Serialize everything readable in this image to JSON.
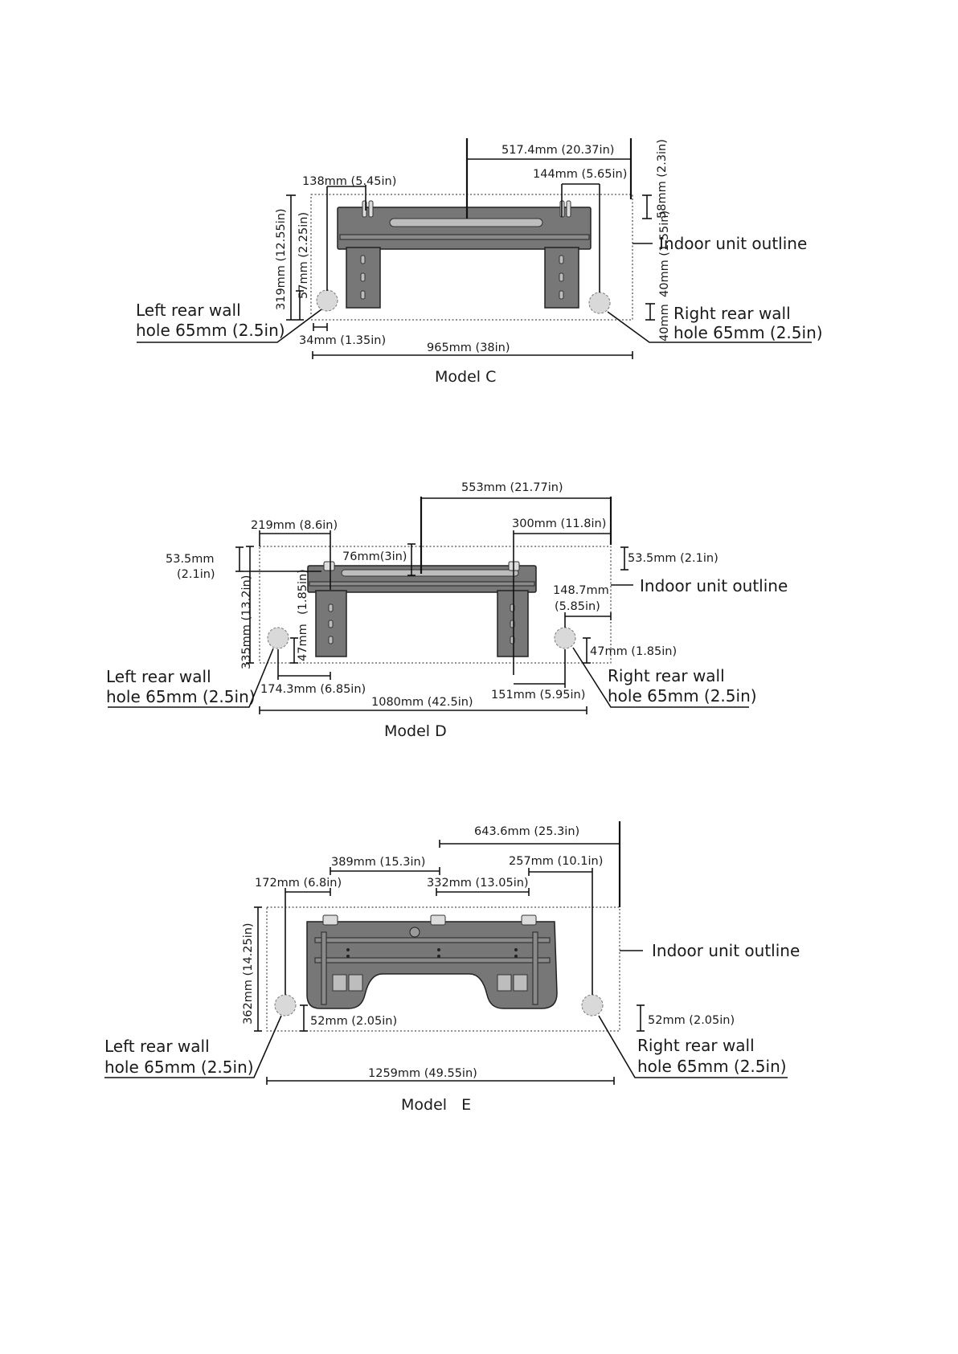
{
  "models": [
    {
      "caption": "Model C",
      "outline_label": "Indoor unit outline",
      "left_hole": [
        "Left rear wall",
        "hole 65mm  (2.5in)"
      ],
      "right_hole": [
        "Right rear wall",
        "hole 65mm (2.5in)"
      ],
      "dims": {
        "center": "517.4mm (20.37in)",
        "left_top": "138mm (5.45in)",
        "right_top": "144mm (5.65in)",
        "right_vert_top": "58mm (2.3in)",
        "height": "319mm (12.55in)",
        "left_vert": "57mm (2.25in)",
        "right_vert_mid": "40mm (1.55in)",
        "bottom_left": "34mm (1.35in)",
        "width": "965mm (38in)"
      }
    },
    {
      "caption": "Model D",
      "outline_label": "Indoor unit outline",
      "left_hole": [
        "Left rear wall",
        "hole 65mm (2.5in)"
      ],
      "right_hole": [
        "Right rear wall",
        "hole 65mm (2.5in)"
      ],
      "dims": {
        "center": "553mm (21.77in)",
        "left_top": "219mm (8.6in)",
        "right_top": "300mm (11.8in)",
        "left_side_a": "53.5mm",
        "left_side_b": "(2.1in)",
        "inner_top": "76mm(3in)",
        "right_side": "53.5mm (2.1in)",
        "right_off_a": "148.7mm",
        "right_off_b": "(5.85in)",
        "height": "335mm (13.2in)",
        "left_vert_a": "(1.85in)",
        "left_vert_b": "47mm",
        "right_vert": "47mm (1.85in)",
        "bottom_left": "174.3mm (6.85in)",
        "bottom_right": "151mm (5.95in)",
        "width": "1080mm (42.5in)"
      }
    },
    {
      "caption": "Model   E",
      "outline_label": "Indoor unit outline",
      "left_hole": [
        "Left rear wall",
        "hole 65mm (2.5in)"
      ],
      "right_hole": [
        "Right rear wall",
        "hole 65mm (2.5in)"
      ],
      "dims": {
        "center": "643.6mm (25.3in)",
        "mid_left": "389mm (15.3in)",
        "right_top": "257mm (10.1in)",
        "left_top": "172mm (6.8in)",
        "mid_right": "332mm (13.05in)",
        "height": "362mm (14.25in)",
        "left_vert": "52mm (2.05in)",
        "right_vert": "52mm (2.05in)",
        "width": "1259mm (49.55in)"
      }
    }
  ]
}
